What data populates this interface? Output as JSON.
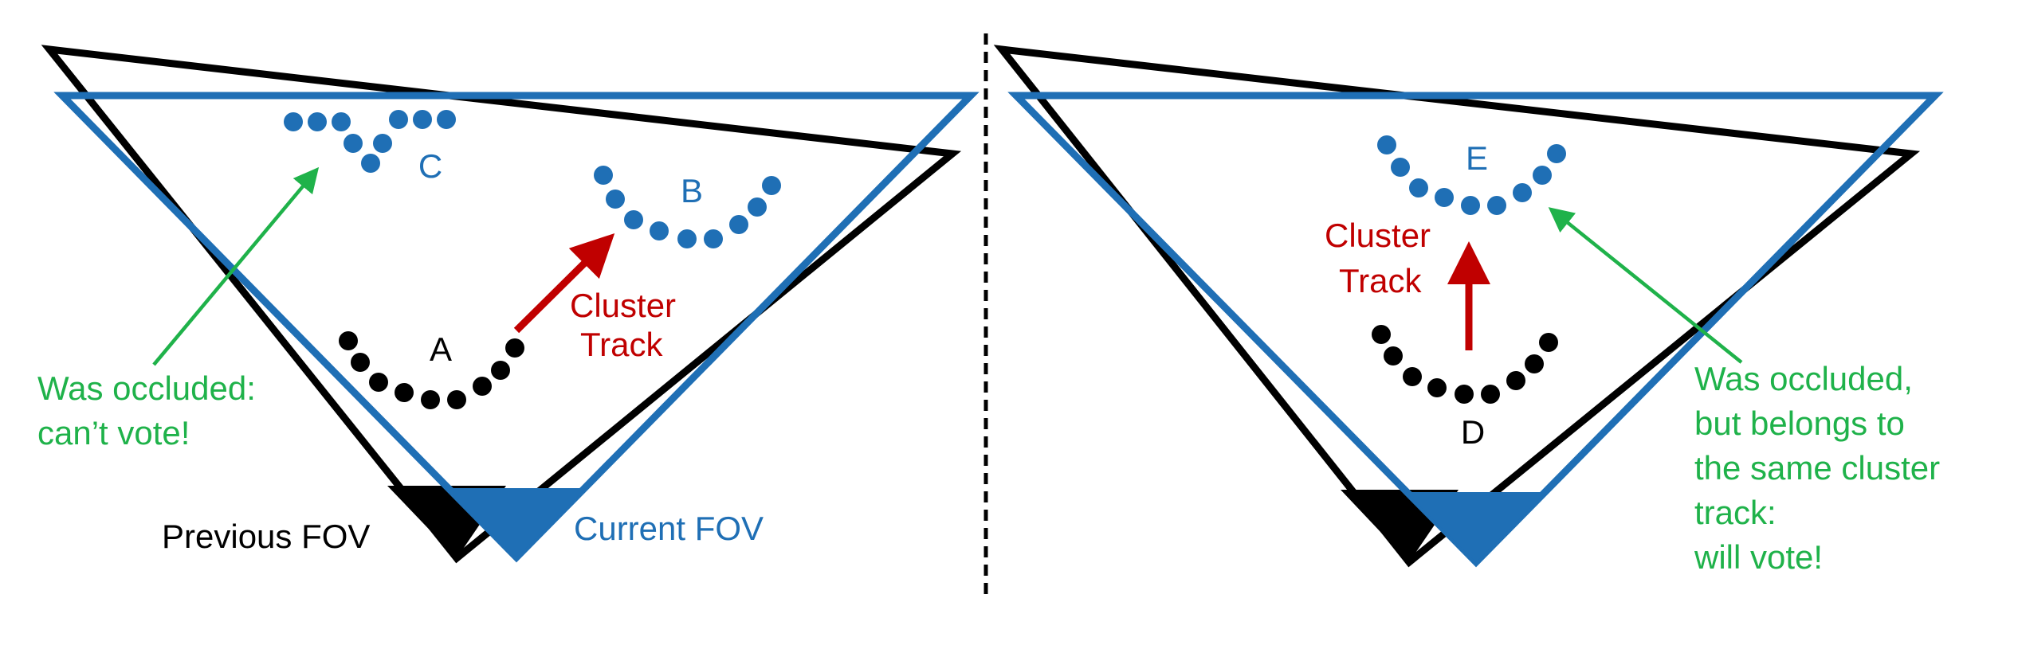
{
  "colors": {
    "previous_fov": "#000000",
    "current_fov": "#1f6fb5",
    "arrow_track": "#c00000",
    "arrow_vote": "#1fb24a",
    "text_green": "#1fb24a",
    "text_red": "#c00000",
    "text_blue": "#1f6fb5",
    "text_black": "#000000"
  },
  "left_panel": {
    "cluster_a": "A",
    "cluster_b": "B",
    "cluster_c": "C",
    "track_label_line1": "Cluster",
    "track_label_line2": "Track",
    "occluded_line1": "Was occluded:",
    "occluded_line2": "can’t vote!",
    "previous_fov": "Previous FOV",
    "current_fov": "Current FOV"
  },
  "right_panel": {
    "cluster_d": "D",
    "cluster_e": "E",
    "track_label_line1": "Cluster",
    "track_label_line2": "Track",
    "occluded_line1": "Was occluded,",
    "occluded_line2": "but belongs to",
    "occluded_line3": "the same cluster",
    "occluded_line4": "track:",
    "occluded_line5": "will vote!"
  }
}
